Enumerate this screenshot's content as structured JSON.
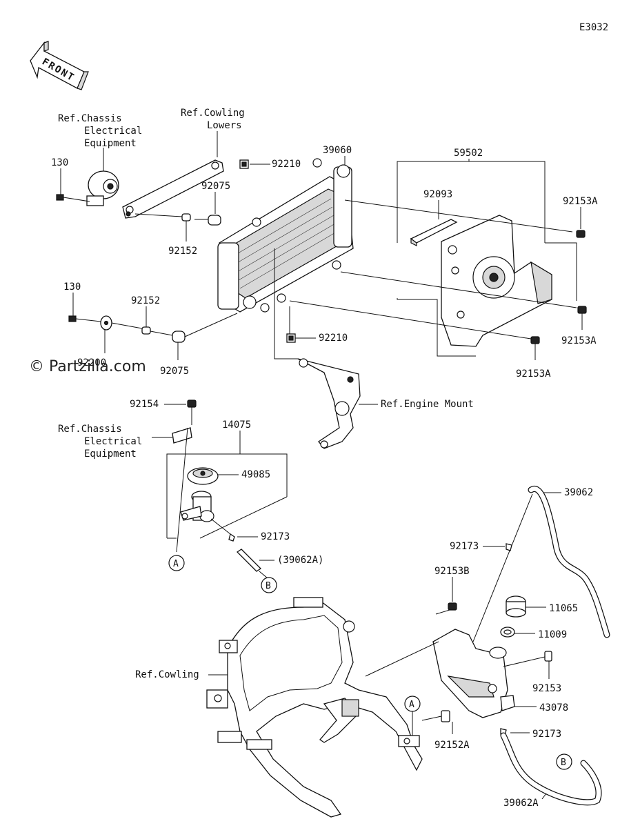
{
  "diagram_code": "E3032",
  "front_label": "FRONT",
  "watermark": "© Partzilla.com",
  "refs": {
    "chassis_electrical_top": [
      "Ref.Chassis",
      "Electrical",
      "Equipment"
    ],
    "cowling_lowers": [
      "Ref.Cowling",
      "Lowers"
    ],
    "engine_mount": "Ref.Engine Mount",
    "chassis_electrical_mid": [
      "Ref.Chassis",
      "Electrical",
      "Equipment"
    ],
    "cowling": "Ref.Cowling"
  },
  "parts": {
    "p130_top": "130",
    "p92210_top": "92210",
    "p39060": "39060",
    "p59502": "59502",
    "p92093": "92093",
    "p92153A_top": "92153A",
    "p92075_top": "92075",
    "p92152_top": "92152",
    "p130_mid": "130",
    "p92152_mid": "92152",
    "p92200": "92200",
    "p92075_mid": "92075",
    "p92210_mid": "92210",
    "p92153A_right": "92153A",
    "p92153A_bottom": "92153A",
    "p92154": "92154",
    "p14075": "14075",
    "p49085": "49085",
    "p92173_mid": "92173",
    "p39062A_paren": "(39062A)",
    "p39062": "39062",
    "p92173_right": "92173",
    "p92153B": "92153B",
    "p11065": "11065",
    "p11009": "11009",
    "p92153": "92153",
    "p43078": "43078",
    "p92152A": "92152A",
    "p92173_low": "92173",
    "p39062A": "39062A"
  },
  "callouts": {
    "a_left": "A",
    "b_left": "B",
    "a_right": "A",
    "b_right": "B"
  }
}
